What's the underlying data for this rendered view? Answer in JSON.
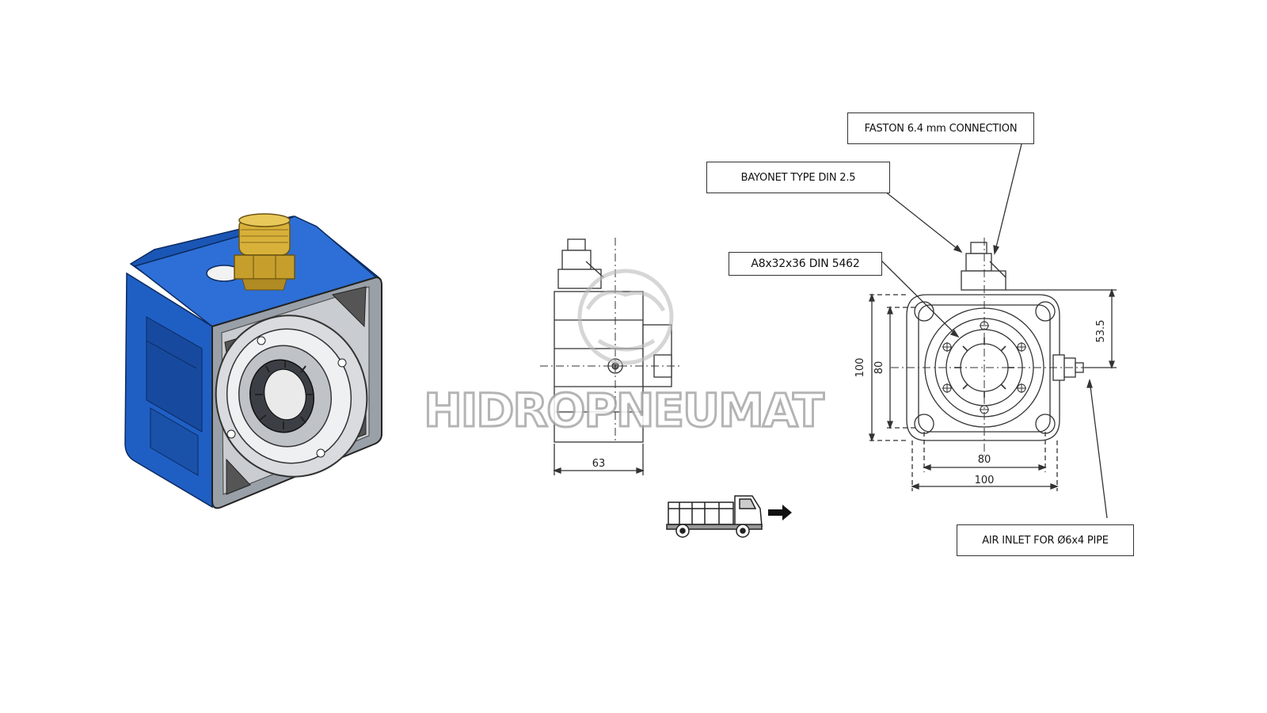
{
  "callouts": {
    "faston": "FASTON 6.4 mm CONNECTION",
    "bayonet": "BAYONET TYPE DIN 2.5",
    "spline": "A8x32x36 DIN 5462",
    "air_inlet": "AIR INLET FOR Ø6x4 PIPE"
  },
  "dimensions": {
    "side_width": "63",
    "outer_height": "100",
    "inner_height": "80",
    "top_offset": "53.5",
    "inner_width": "80",
    "outer_width": "100"
  },
  "watermark": "HIDROPNEUMAT",
  "colors": {
    "housing_blue": "#1f5fc4",
    "fitting_brass": "#d8b13a",
    "line": "#333333"
  },
  "icons": {
    "direction": "truck-arrow-right-icon"
  }
}
